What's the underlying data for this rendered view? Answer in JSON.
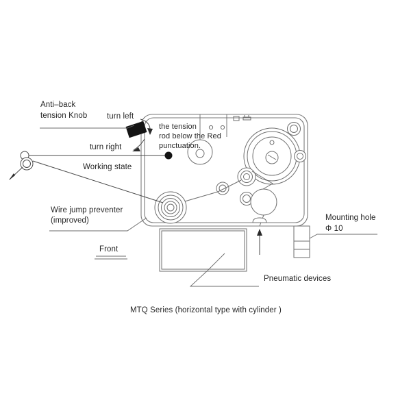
{
  "diagram": {
    "caption": "MTQ Series (horizontal type with cylinder )",
    "labels": {
      "anti_back_knob_line1": "Anti–back",
      "anti_back_knob_line2": "tension Knob",
      "turn_left": "turn left",
      "turn_right": "turn right",
      "working_state": "Working state",
      "tension_rod_line1": "the tension",
      "tension_rod_line2": "rod below the Red",
      "tension_rod_line3": "punctuation.",
      "wire_jump_line1": "Wire jump preventer",
      "wire_jump_line2": "(improved)",
      "front": "Front",
      "mounting_hole_line1": "Mounting hole",
      "mounting_hole_line2": "Φ 10",
      "pneumatic_devices": "Pneumatic devices"
    },
    "colors": {
      "background": "#ffffff",
      "line": "#6e6e6e",
      "line_dark": "#4a4a4a",
      "text": "#262626",
      "knob": "#141414"
    },
    "parts": {
      "main_body": "machine-housing",
      "tension_disc": "tension-rod-disc",
      "main_wheel": "main-drive-wheel",
      "wire_jump_preventer": "wire-jump-preventer-pulley",
      "cylinder": "pneumatic-cylinder",
      "mounting_bracket": "mounting-bracket",
      "wire_eyelet": "wire-guide-eyelet",
      "knob": "anti-back-tension-knob"
    }
  }
}
